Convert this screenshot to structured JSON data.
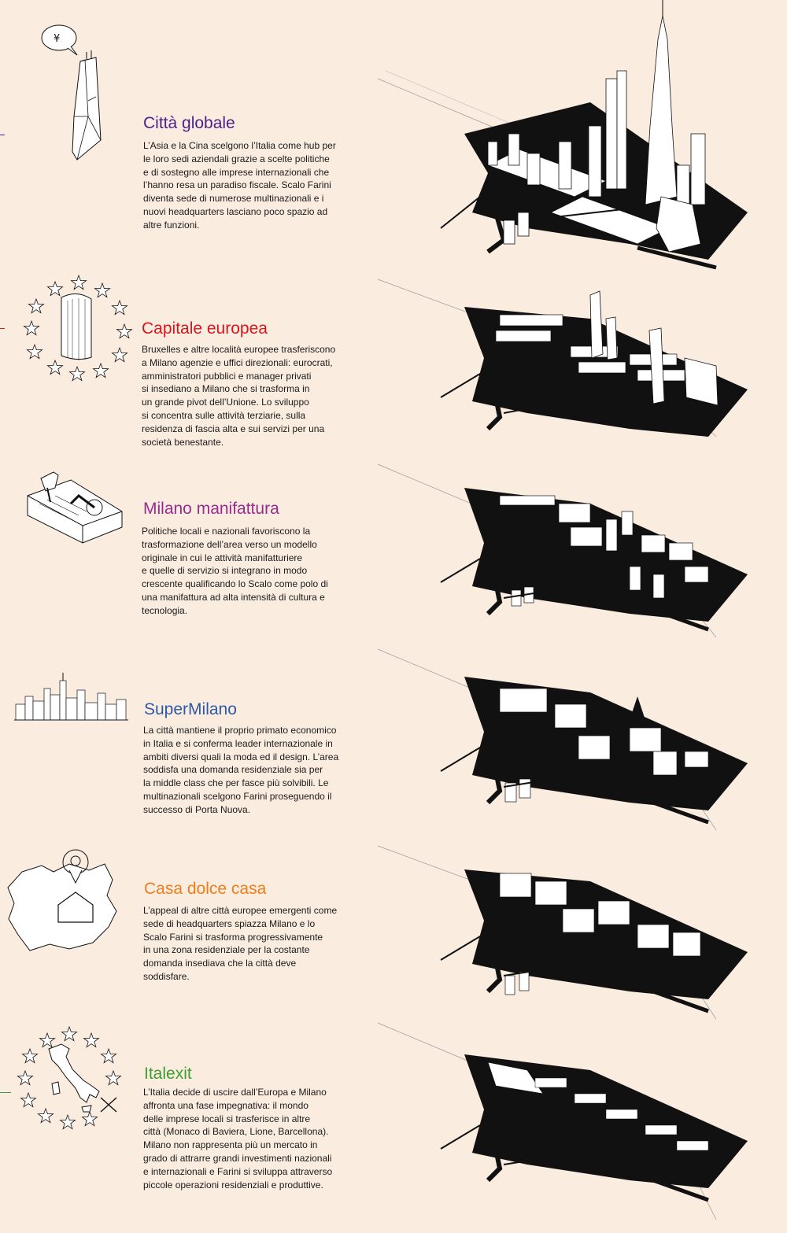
{
  "scenarios": [
    {
      "id": "citta-globale",
      "title": "Città globale",
      "color": "#4d1f8a",
      "icon": "skyscraper-yen-icon",
      "icon_text": "¥",
      "description": "L’Asia e la Cina scelgono l’Italia come hub per\nle loro sedi aziendali grazie a scelte politiche\ne di sostegno alle imprese internazionali che\nl’hanno resa un paradiso fiscale. Scalo Farini\ndiventa sede di numerose multinazionali e i\nnuovi headquarters lasciano poco spazio ad\naltre funzioni."
    },
    {
      "id": "capitale-europea",
      "title": "Capitale europea",
      "color": "#d9161b",
      "icon": "eu-stars-building-icon",
      "description": "Bruxelles e altre località europee trasferiscono\na Milano agenzie e uffici direzionali: eurocrati,\namministratori pubblici e manager privati\nsi insediano a Milano che si trasforma in\nun grande pivot dell’Unione. Lo sviluppo\nsi concentra sulle attività terziarie, sulla\nresidenza di fascia alta e sui servizi per una\nsocietà benestante."
    },
    {
      "id": "milano-manifattura",
      "title": "Milano manifattura",
      "color": "#9a2b8e",
      "icon": "robot-arm-factory-icon",
      "description": "Politiche locali e nazionali favoriscono la\ntrasformazione dell’area verso un modello\noriginale in cui le attività manifatturiere\ne quelle di servizio si integrano in modo\ncrescente qualificando lo Scalo come polo di\nuna manifattura ad alta intensità di cultura e\ntecnologia."
    },
    {
      "id": "supermilano",
      "title": "SuperMilano",
      "color": "#2d59a6",
      "icon": "city-skyline-icon",
      "description": "La città mantiene il proprio primato economico\nin Italia e si conferma leader internazionale in\nambiti diversi quali la moda ed il design. L’area\nsoddisfa una domanda residenziale sia per\nla middle class che per fasce più solvibili. Le\nmultinazionali scelgono Farini proseguendo il\nsuccesso di Porta Nuova."
    },
    {
      "id": "casa-dolce-casa",
      "title": "Casa dolce casa",
      "color": "#f07d1a",
      "icon": "milan-map-house-pin-icon",
      "description": "L’appeal di altre città europee emergenti come\nsede di headquarters spiazza Milano e lo\nScalo Farini si trasforma progressivamente\nin una zona residenziale per la costante\ndomanda insediava che la città deve\nsoddisfare."
    },
    {
      "id": "italexit",
      "title": "Italexit",
      "color": "#3f9e32",
      "icon": "italy-map-eu-stars-icon",
      "description": "L’Italia decide di uscire dall’Europa e Milano\naffronta una fase impegnativa: il mondo\ndelle imprese locali si trasferisce in altre\ncittà (Monaco di Baviera, Lione, Barcellona).\nMilano non rappresenta più un mercato in\ngrado di attrarre grandi investimenti nazionali\ne internazionali e Farini si sviluppa attraverso\npiccole operazioni residenziali e produttive."
    }
  ]
}
